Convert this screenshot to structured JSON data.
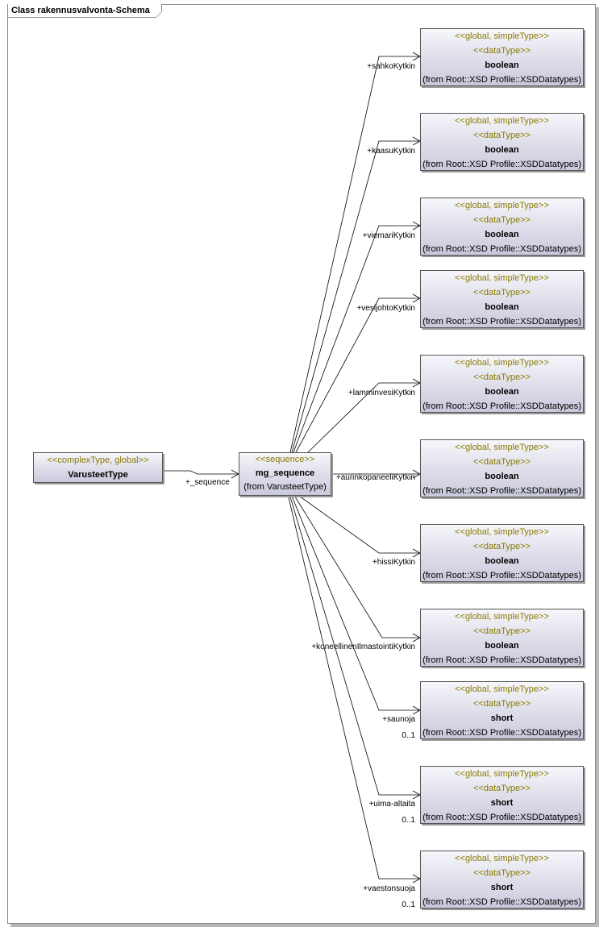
{
  "diagram": {
    "title": "Class rakennusvalvonta-Schema"
  },
  "root": {
    "stereotype": "<<complexType, global>>",
    "name": "VarusteetType"
  },
  "sequence": {
    "stereotype": "<<sequence>>",
    "name": "mg_sequence",
    "from": "(from VarusteetType)",
    "role": "+_sequence"
  },
  "types": [
    {
      "stereotype1": "<<global, simpleType>>",
      "stereotype2": "<<dataType>>",
      "name": "boolean",
      "from": "(from Root::XSD Profile::XSDDatatypes)",
      "role": "+sahkoKytkin",
      "multiplicity": ""
    },
    {
      "stereotype1": "<<global, simpleType>>",
      "stereotype2": "<<dataType>>",
      "name": "boolean",
      "from": "(from Root::XSD Profile::XSDDatatypes)",
      "role": "+kaasuKytkin",
      "multiplicity": ""
    },
    {
      "stereotype1": "<<global, simpleType>>",
      "stereotype2": "<<dataType>>",
      "name": "boolean",
      "from": "(from Root::XSD Profile::XSDDatatypes)",
      "role": "+viemariKytkin",
      "multiplicity": ""
    },
    {
      "stereotype1": "<<global, simpleType>>",
      "stereotype2": "<<dataType>>",
      "name": "boolean",
      "from": "(from Root::XSD Profile::XSDDatatypes)",
      "role": "+vesijohtoKytkin",
      "multiplicity": ""
    },
    {
      "stereotype1": "<<global, simpleType>>",
      "stereotype2": "<<dataType>>",
      "name": "boolean",
      "from": "(from Root::XSD Profile::XSDDatatypes)",
      "role": "+lamminvesiKytkin",
      "multiplicity": ""
    },
    {
      "stereotype1": "<<global, simpleType>>",
      "stereotype2": "<<dataType>>",
      "name": "boolean",
      "from": "(from Root::XSD Profile::XSDDatatypes)",
      "role": "+aurinkopaneeliKytkin",
      "multiplicity": ""
    },
    {
      "stereotype1": "<<global, simpleType>>",
      "stereotype2": "<<dataType>>",
      "name": "boolean",
      "from": "(from Root::XSD Profile::XSDDatatypes)",
      "role": "+hissiKytkin",
      "multiplicity": ""
    },
    {
      "stereotype1": "<<global, simpleType>>",
      "stereotype2": "<<dataType>>",
      "name": "boolean",
      "from": "(from Root::XSD Profile::XSDDatatypes)",
      "role": "+koneellinenIlmastointiKytkin",
      "multiplicity": ""
    },
    {
      "stereotype1": "<<global, simpleType>>",
      "stereotype2": "<<dataType>>",
      "name": "short",
      "from": "(from Root::XSD Profile::XSDDatatypes)",
      "role": "+saunoja",
      "multiplicity": "0..1"
    },
    {
      "stereotype1": "<<global, simpleType>>",
      "stereotype2": "<<dataType>>",
      "name": "short",
      "from": "(from Root::XSD Profile::XSDDatatypes)",
      "role": "+uima-altaita",
      "multiplicity": "0..1"
    },
    {
      "stereotype1": "<<global, simpleType>>",
      "stereotype2": "<<dataType>>",
      "name": "short",
      "from": "(from Root::XSD Profile::XSDDatatypes)",
      "role": "+vaestonsuoja",
      "multiplicity": "0..1"
    }
  ]
}
